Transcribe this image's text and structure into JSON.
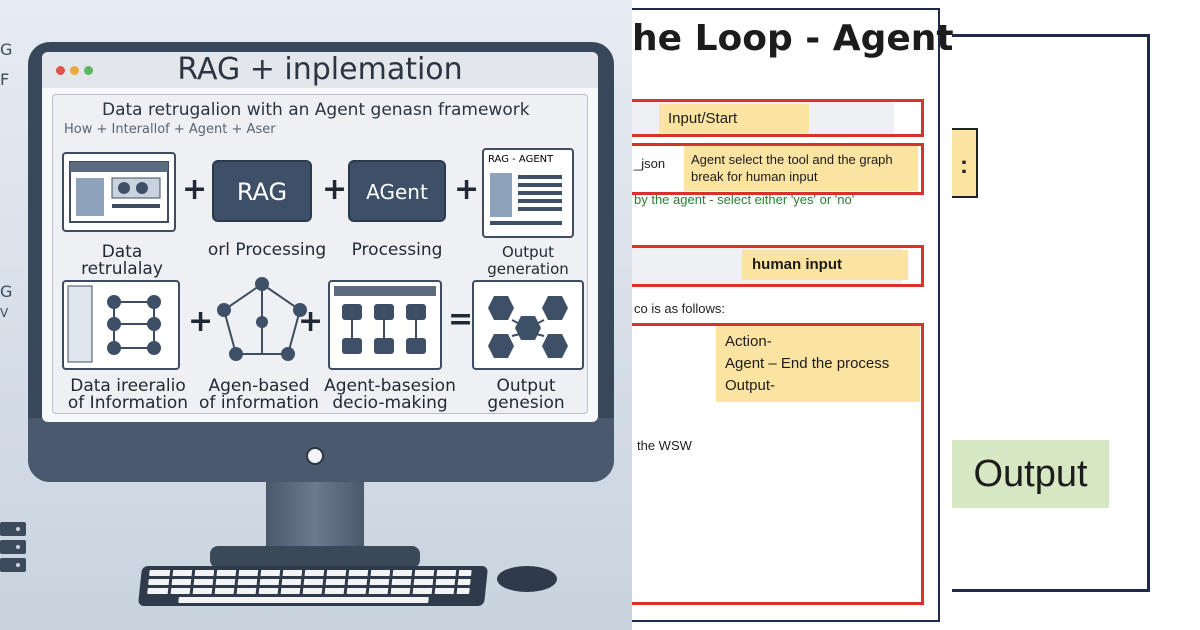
{
  "illustration": {
    "title": "RAG + inplemation",
    "subtitle": "Data retrugalion   with an Agent genasn framework",
    "subtitle2": "How + Interallof + Agent + Aser",
    "edge_left_letters": [
      "G",
      "F",
      "G",
      "V"
    ],
    "row1": {
      "box2_label": "RAG",
      "box3_label": "AGent",
      "box4_header": "RAG - AGENT",
      "captions": [
        "Data retrulalay",
        "orl Processing",
        "Processing",
        "Output generation"
      ]
    },
    "row2": {
      "captions": [
        [
          "Data ireeralio",
          "of Information"
        ],
        [
          "Agen-based",
          "of information"
        ],
        [
          "Agent-basesion",
          "decio-making"
        ],
        [
          "Output genesion"
        ]
      ]
    },
    "operators": [
      "+",
      "+",
      "+",
      "+",
      "+",
      "="
    ],
    "colors": {
      "screen_frame": "#39475a",
      "dark_card": "#3d5068",
      "dot_red": "#e0534a",
      "dot_amber": "#e6a93a",
      "dot_green": "#5cb85c"
    }
  },
  "document": {
    "title": "he Loop - Agent",
    "input_start": "Input/Start",
    "json_fragment": "_json",
    "agent_select": "Agent select the tool and the graph break for human input",
    "green_note": "by the agent - select either 'yes' or 'no'",
    "human_input": "human input",
    "follows_text": "co is as follows:",
    "action_block": [
      "Action-",
      "Agent – End the process",
      "Output-"
    ],
    "wsw_text": "the WSW",
    "colors": {
      "red_border": "#d9322b",
      "yellow_fill": "#fbe3a1",
      "green_text": "#2e7d32"
    }
  },
  "right_panel": {
    "output_label": "Output",
    "small_mark": ":",
    "colors": {
      "output_fill": "#d6e7c3",
      "frame": "#1e2a4a"
    }
  }
}
